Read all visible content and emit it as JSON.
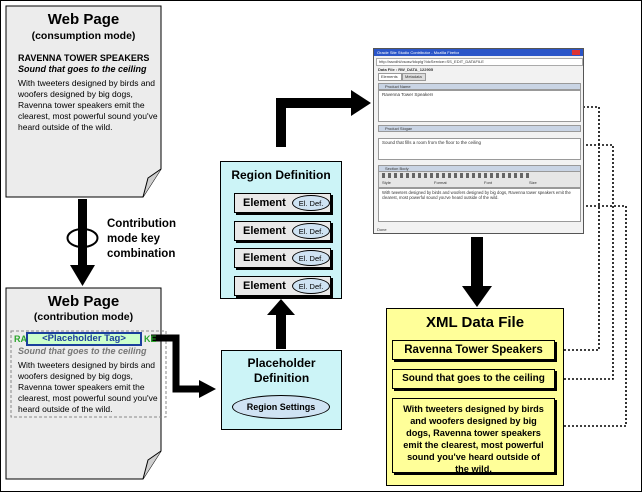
{
  "consumption_page": {
    "title": "Web Page",
    "subtitle": "(consumption mode)",
    "heading": "RAVENNA TOWER SPEAKERS",
    "tagline": "Sound that goes to the ceiling",
    "body": "With tweeters designed by birds and woofers designed by big dogs, Ravenna tower speakers emit the clearest, most powerful sound you've heard outside of the wild."
  },
  "contribution_label": {
    "line1": "Contribution",
    "line2": "mode key",
    "line3": "combination"
  },
  "contribution_page": {
    "title": "Web Page",
    "subtitle": "(contribution mode)",
    "placeholder_tag": "<Placeholder Tag>",
    "tag_left": "RA",
    "tag_right": "KE",
    "tagline": "Sound that goes to the ceiling",
    "body": "With tweeters designed by birds and woofers designed by big dogs, Ravenna tower speakers emit the clearest, most powerful sound you've heard outside of the wild."
  },
  "region_definition": {
    "title": "Region Definition",
    "elements": [
      {
        "label": "Element",
        "def": "El. Def."
      },
      {
        "label": "Element",
        "def": "El. Def."
      },
      {
        "label": "Element",
        "def": "El. Def."
      },
      {
        "label": "Element",
        "def": "El. Def."
      }
    ]
  },
  "placeholder_definition": {
    "title_line1": "Placeholder",
    "title_line2": "Definition",
    "settings": "Region Settings"
  },
  "screenshot": {
    "window_title": "Oracle Site Studio Contributor - Mozilla Firefox",
    "url": "http://ssvdhl/csosv/idcplg?IdcService=SS_EDIT_DATAFILE",
    "data_file": "Data File : RW_DATA_122905",
    "tabs": [
      "Elements",
      "Metadata"
    ],
    "sections": [
      {
        "label": "Product Name",
        "content": "Ravenna Tower Speakers"
      },
      {
        "label": "Product Slogan",
        "content": "Sound that fills a room from the floor to the ceiling"
      },
      {
        "label": "Section Body",
        "content": "With tweeters designed by birds and woofers designed by big dogs, Ravenna tower speakers emit the clearest, most powerful sound you've heard outside of the wild."
      }
    ],
    "toolbar_style": "Style",
    "toolbar_format": "Format",
    "toolbar_font": "Font",
    "toolbar_size": "Size",
    "status": "Done"
  },
  "xml_data_file": {
    "title": "XML Data File",
    "field1": "Ravenna Tower Speakers",
    "field2": "Sound that goes to the ceiling",
    "field3": "With tweeters designed by birds and woofers designed by big dogs, Ravenna tower speakers emit the clearest, most powerful sound you've heard outside of the wild."
  },
  "colors": {
    "page_fill": "#ececec",
    "region_fill": "#ccf4f7",
    "element_fill": "#e9e9e9",
    "ellipse_fill": "#cfe3f3",
    "xml_fill": "#ffff99",
    "tag_blue": "#1b3f9c",
    "tag_fill": "#ccffcc"
  }
}
